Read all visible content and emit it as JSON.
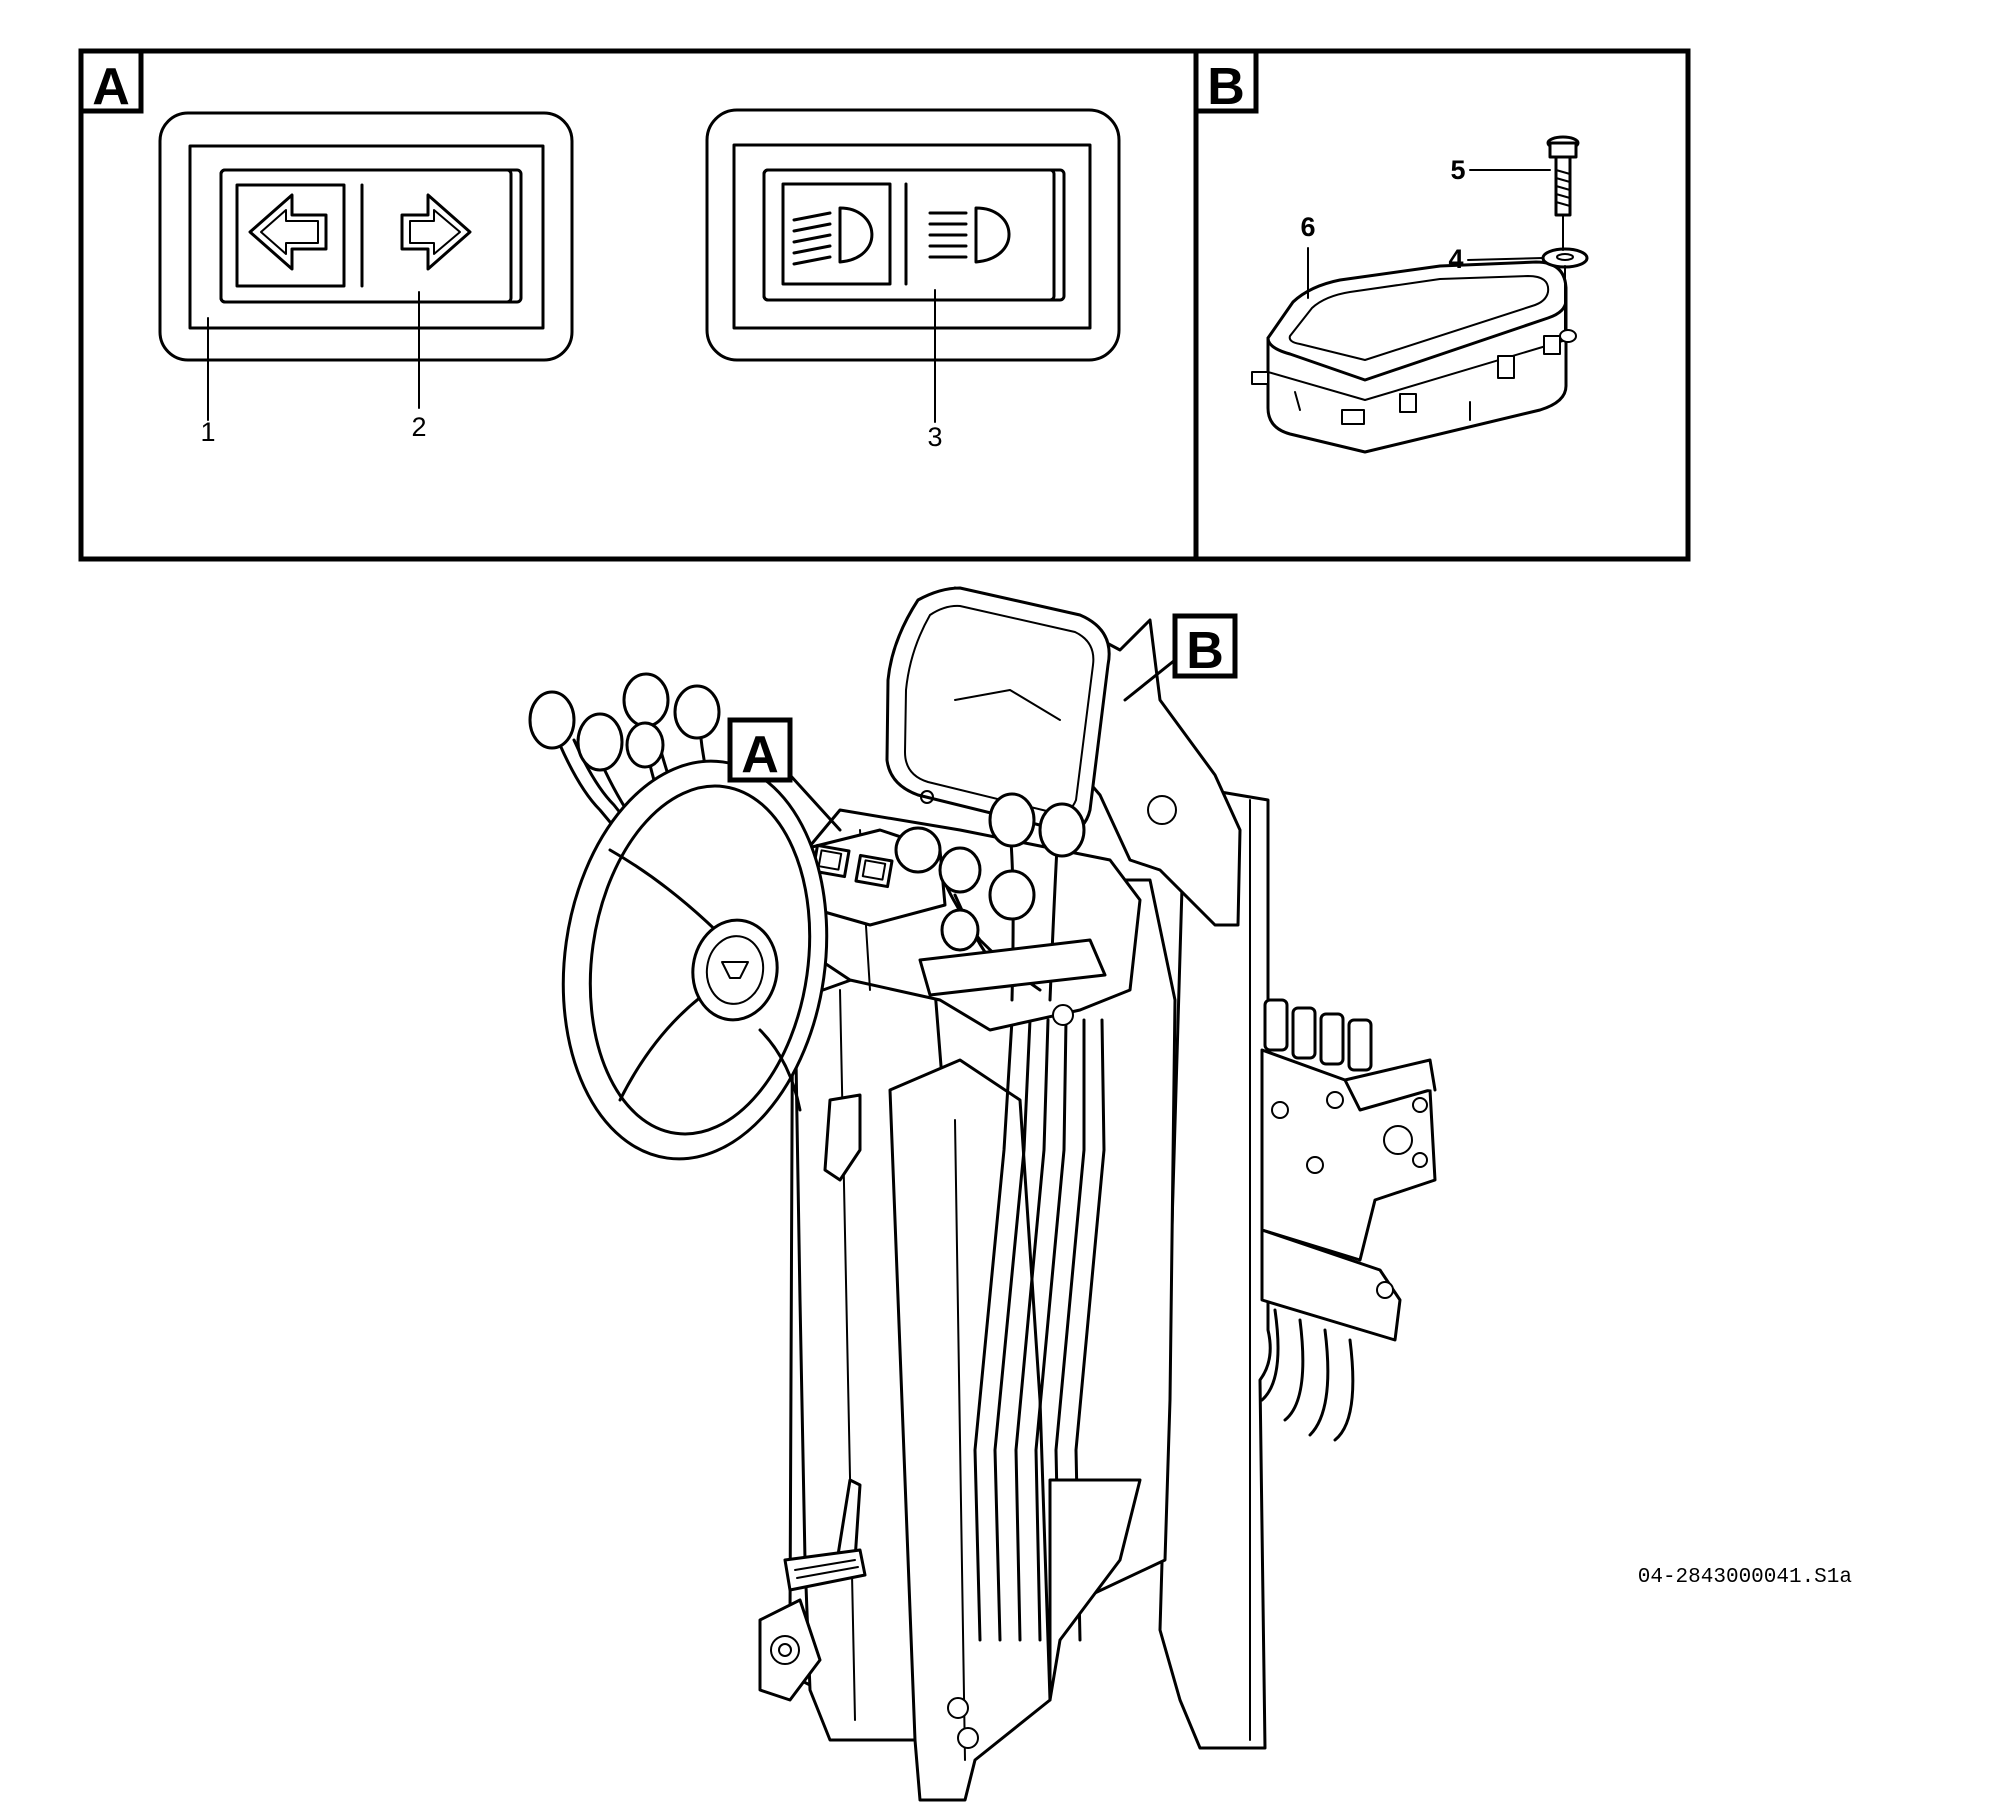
{
  "panels": {
    "a": {
      "letter": "A"
    },
    "b": {
      "letter": "B"
    }
  },
  "callouts": {
    "a": "A",
    "b": "B"
  },
  "parts": {
    "p1": "1",
    "p2": "2",
    "p3": "3",
    "p4": "4",
    "p5": "5",
    "p6": "6"
  },
  "drawing_code": "04-2843000041.S1a",
  "icons": {
    "indicator_left": "arrow-left-icon",
    "indicator_right": "arrow-right-icon",
    "headlight_high": "headlight-high-beam-icon",
    "headlight_low": "headlight-low-beam-icon"
  }
}
